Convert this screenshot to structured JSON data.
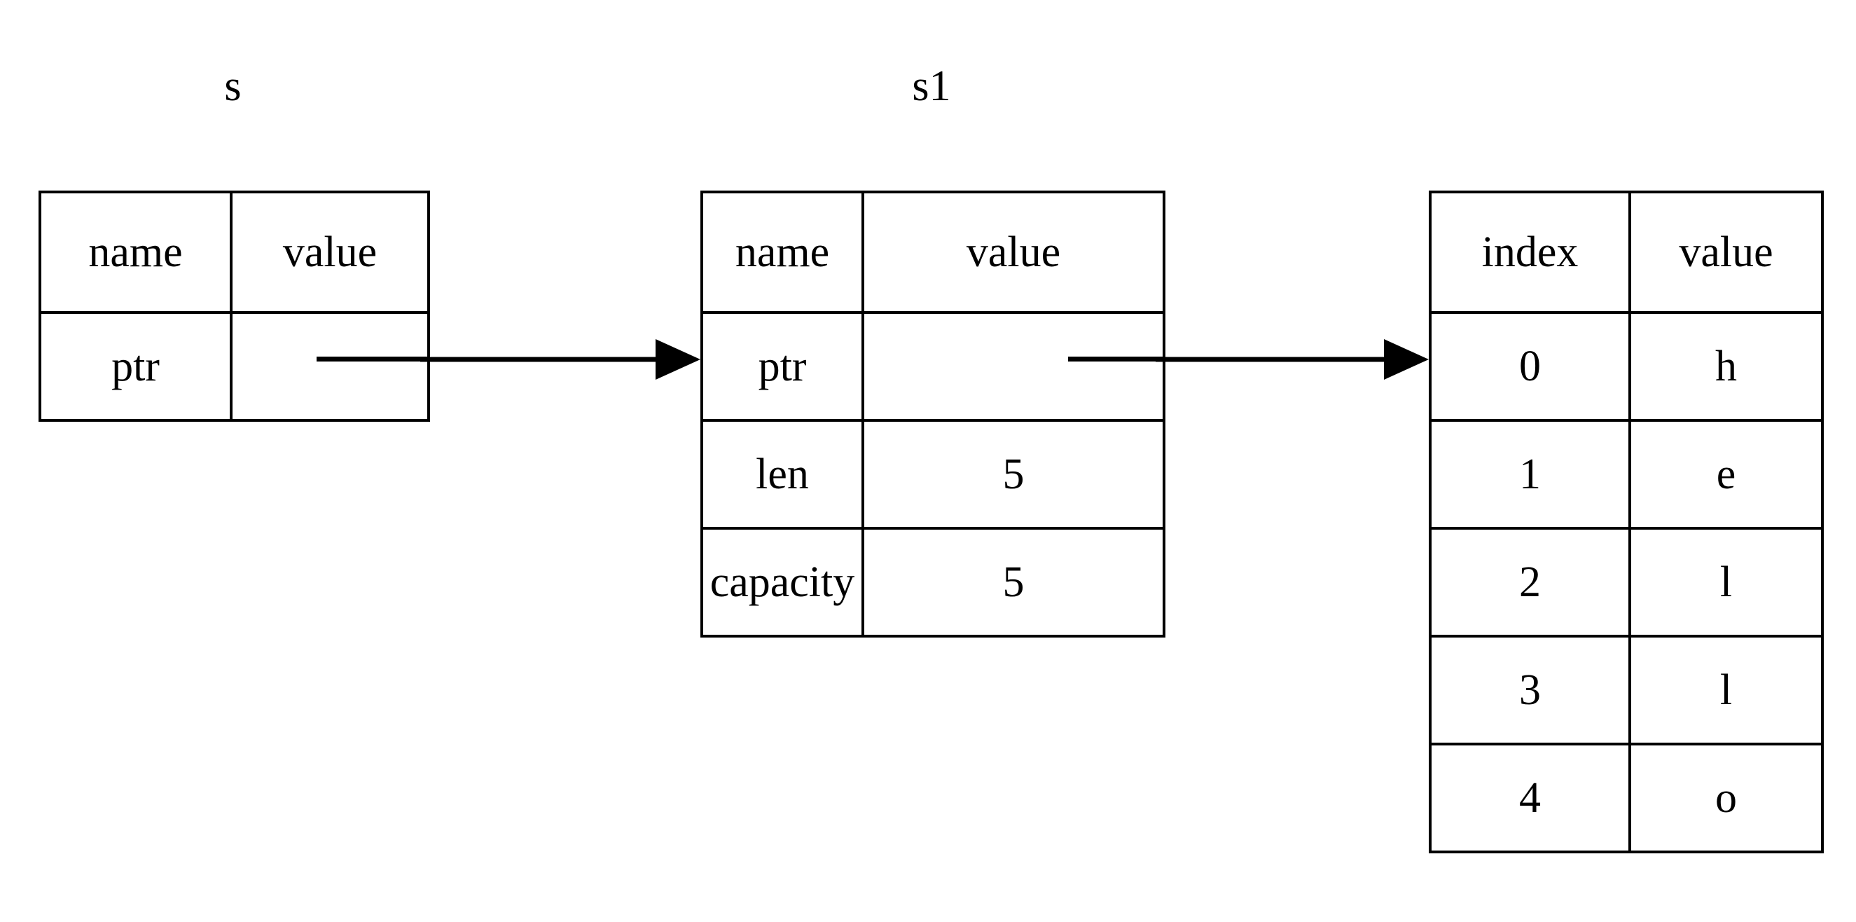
{
  "diagram": {
    "type": "memory-layout-diagram",
    "title_font_style": "serif",
    "background_color": "#ffffff",
    "line_color": "#000000",
    "tables": [
      {
        "id": "s",
        "title": "s",
        "columns": [
          "name",
          "value"
        ],
        "rows": [
          {
            "name": "ptr",
            "value": "",
            "value_is_pointer": true
          }
        ]
      },
      {
        "id": "s1",
        "title": "s1",
        "columns": [
          "name",
          "value"
        ],
        "rows": [
          {
            "name": "ptr",
            "value": "",
            "value_is_pointer": true
          },
          {
            "name": "len",
            "value": "5",
            "value_is_pointer": false
          },
          {
            "name": "capacity",
            "value": "5",
            "value_is_pointer": false
          }
        ]
      },
      {
        "id": "buffer",
        "title": "",
        "columns": [
          "index",
          "value"
        ],
        "rows": [
          {
            "index": "0",
            "value": "h"
          },
          {
            "index": "1",
            "value": "e"
          },
          {
            "index": "2",
            "value": "l"
          },
          {
            "index": "3",
            "value": "l"
          },
          {
            "index": "4",
            "value": "o"
          }
        ]
      }
    ],
    "arrows": [
      {
        "id": "s-to-s1",
        "from": "s.ptr.value",
        "to": "s1",
        "direction": "right"
      },
      {
        "id": "s1-to-buffer",
        "from": "s1.ptr.value",
        "to": "buffer.row0",
        "direction": "right"
      }
    ]
  }
}
